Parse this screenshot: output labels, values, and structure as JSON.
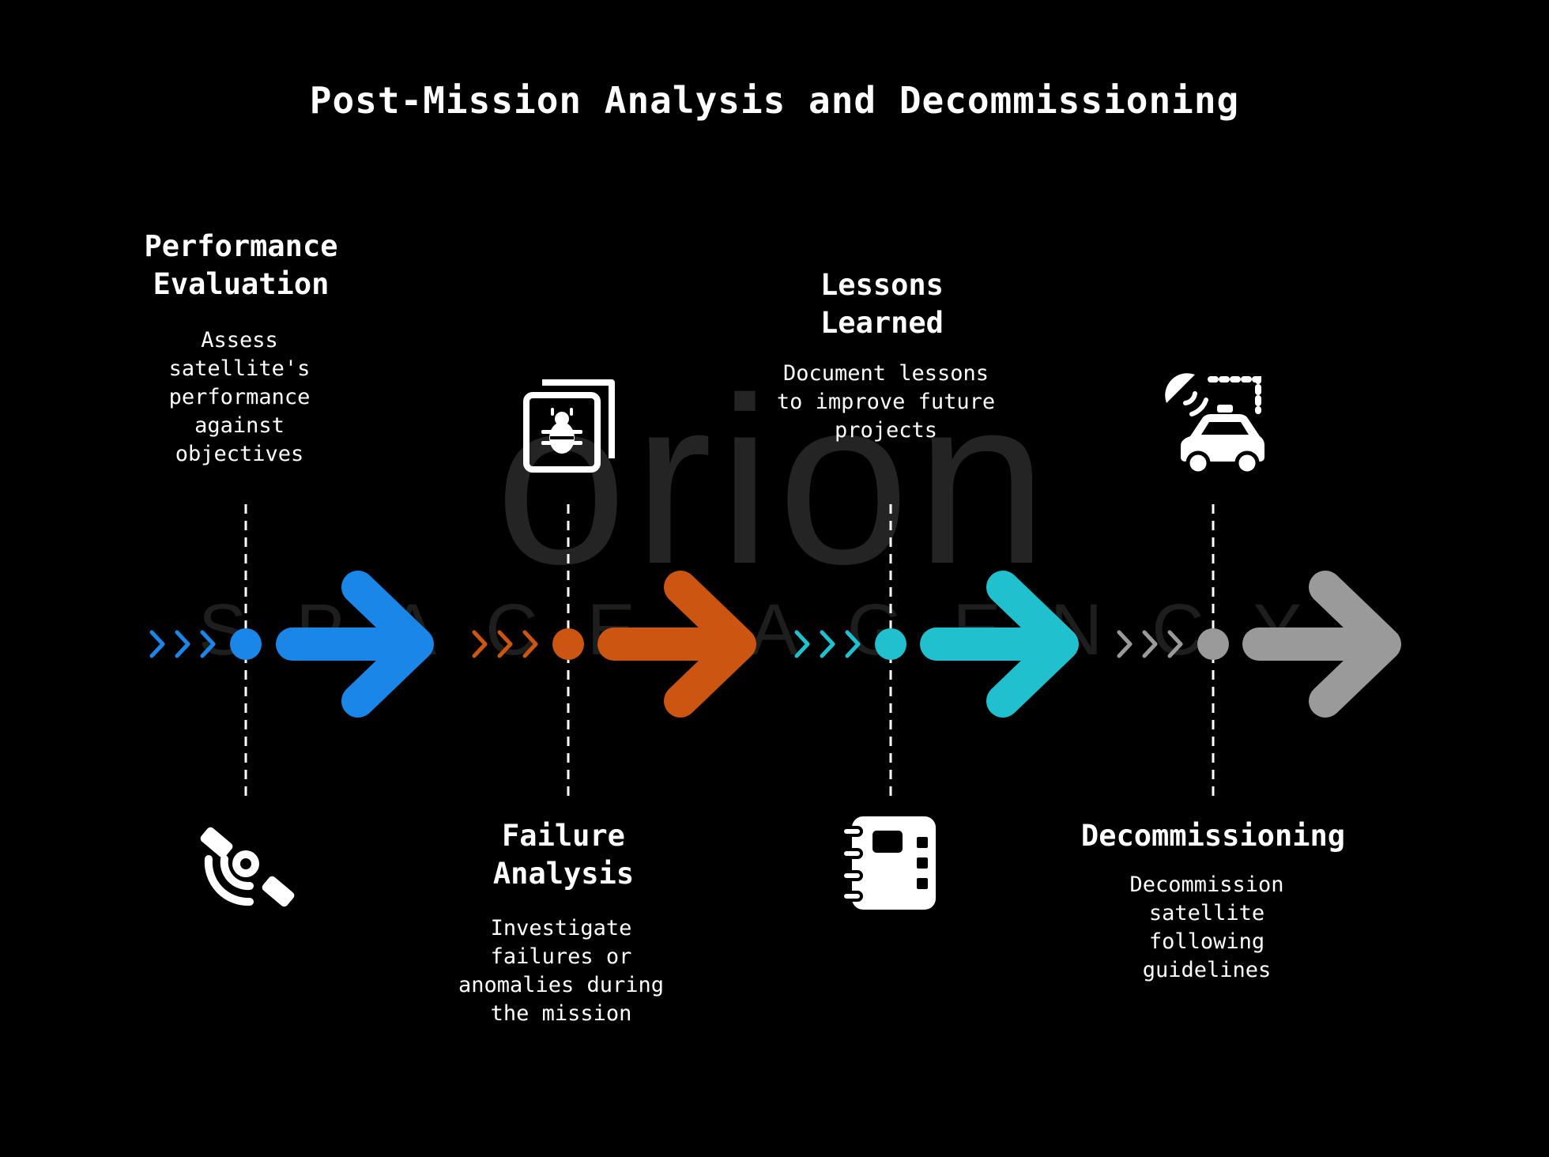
{
  "title": "Post-Mission Analysis and Decommissioning",
  "watermark": {
    "brand": "orion",
    "tagline": "SPACE AGENCY"
  },
  "steps": [
    {
      "title": "Performance\nEvaluation",
      "description": "Assess satellite's performance against objectives",
      "color": "#1a87e8",
      "icon": "satellite-dish-icon",
      "text_position": "top",
      "icon_position": "bottom"
    },
    {
      "title": "Failure\nAnalysis",
      "description": "Investigate failures or anomalies during the mission",
      "color": "#cc5512",
      "icon": "bug-report-icon",
      "text_position": "bottom",
      "icon_position": "top"
    },
    {
      "title": "Lessons\nLearned",
      "description": "Document lessons to improve future projects",
      "color": "#20c0cf",
      "icon": "notebook-icon",
      "text_position": "top",
      "icon_position": "bottom"
    },
    {
      "title": "Decommissioning",
      "description": "Decommission satellite following guidelines",
      "color": "#9a9a9a",
      "icon": "autonomous-car-icon",
      "text_position": "bottom",
      "icon_position": "top"
    }
  ]
}
